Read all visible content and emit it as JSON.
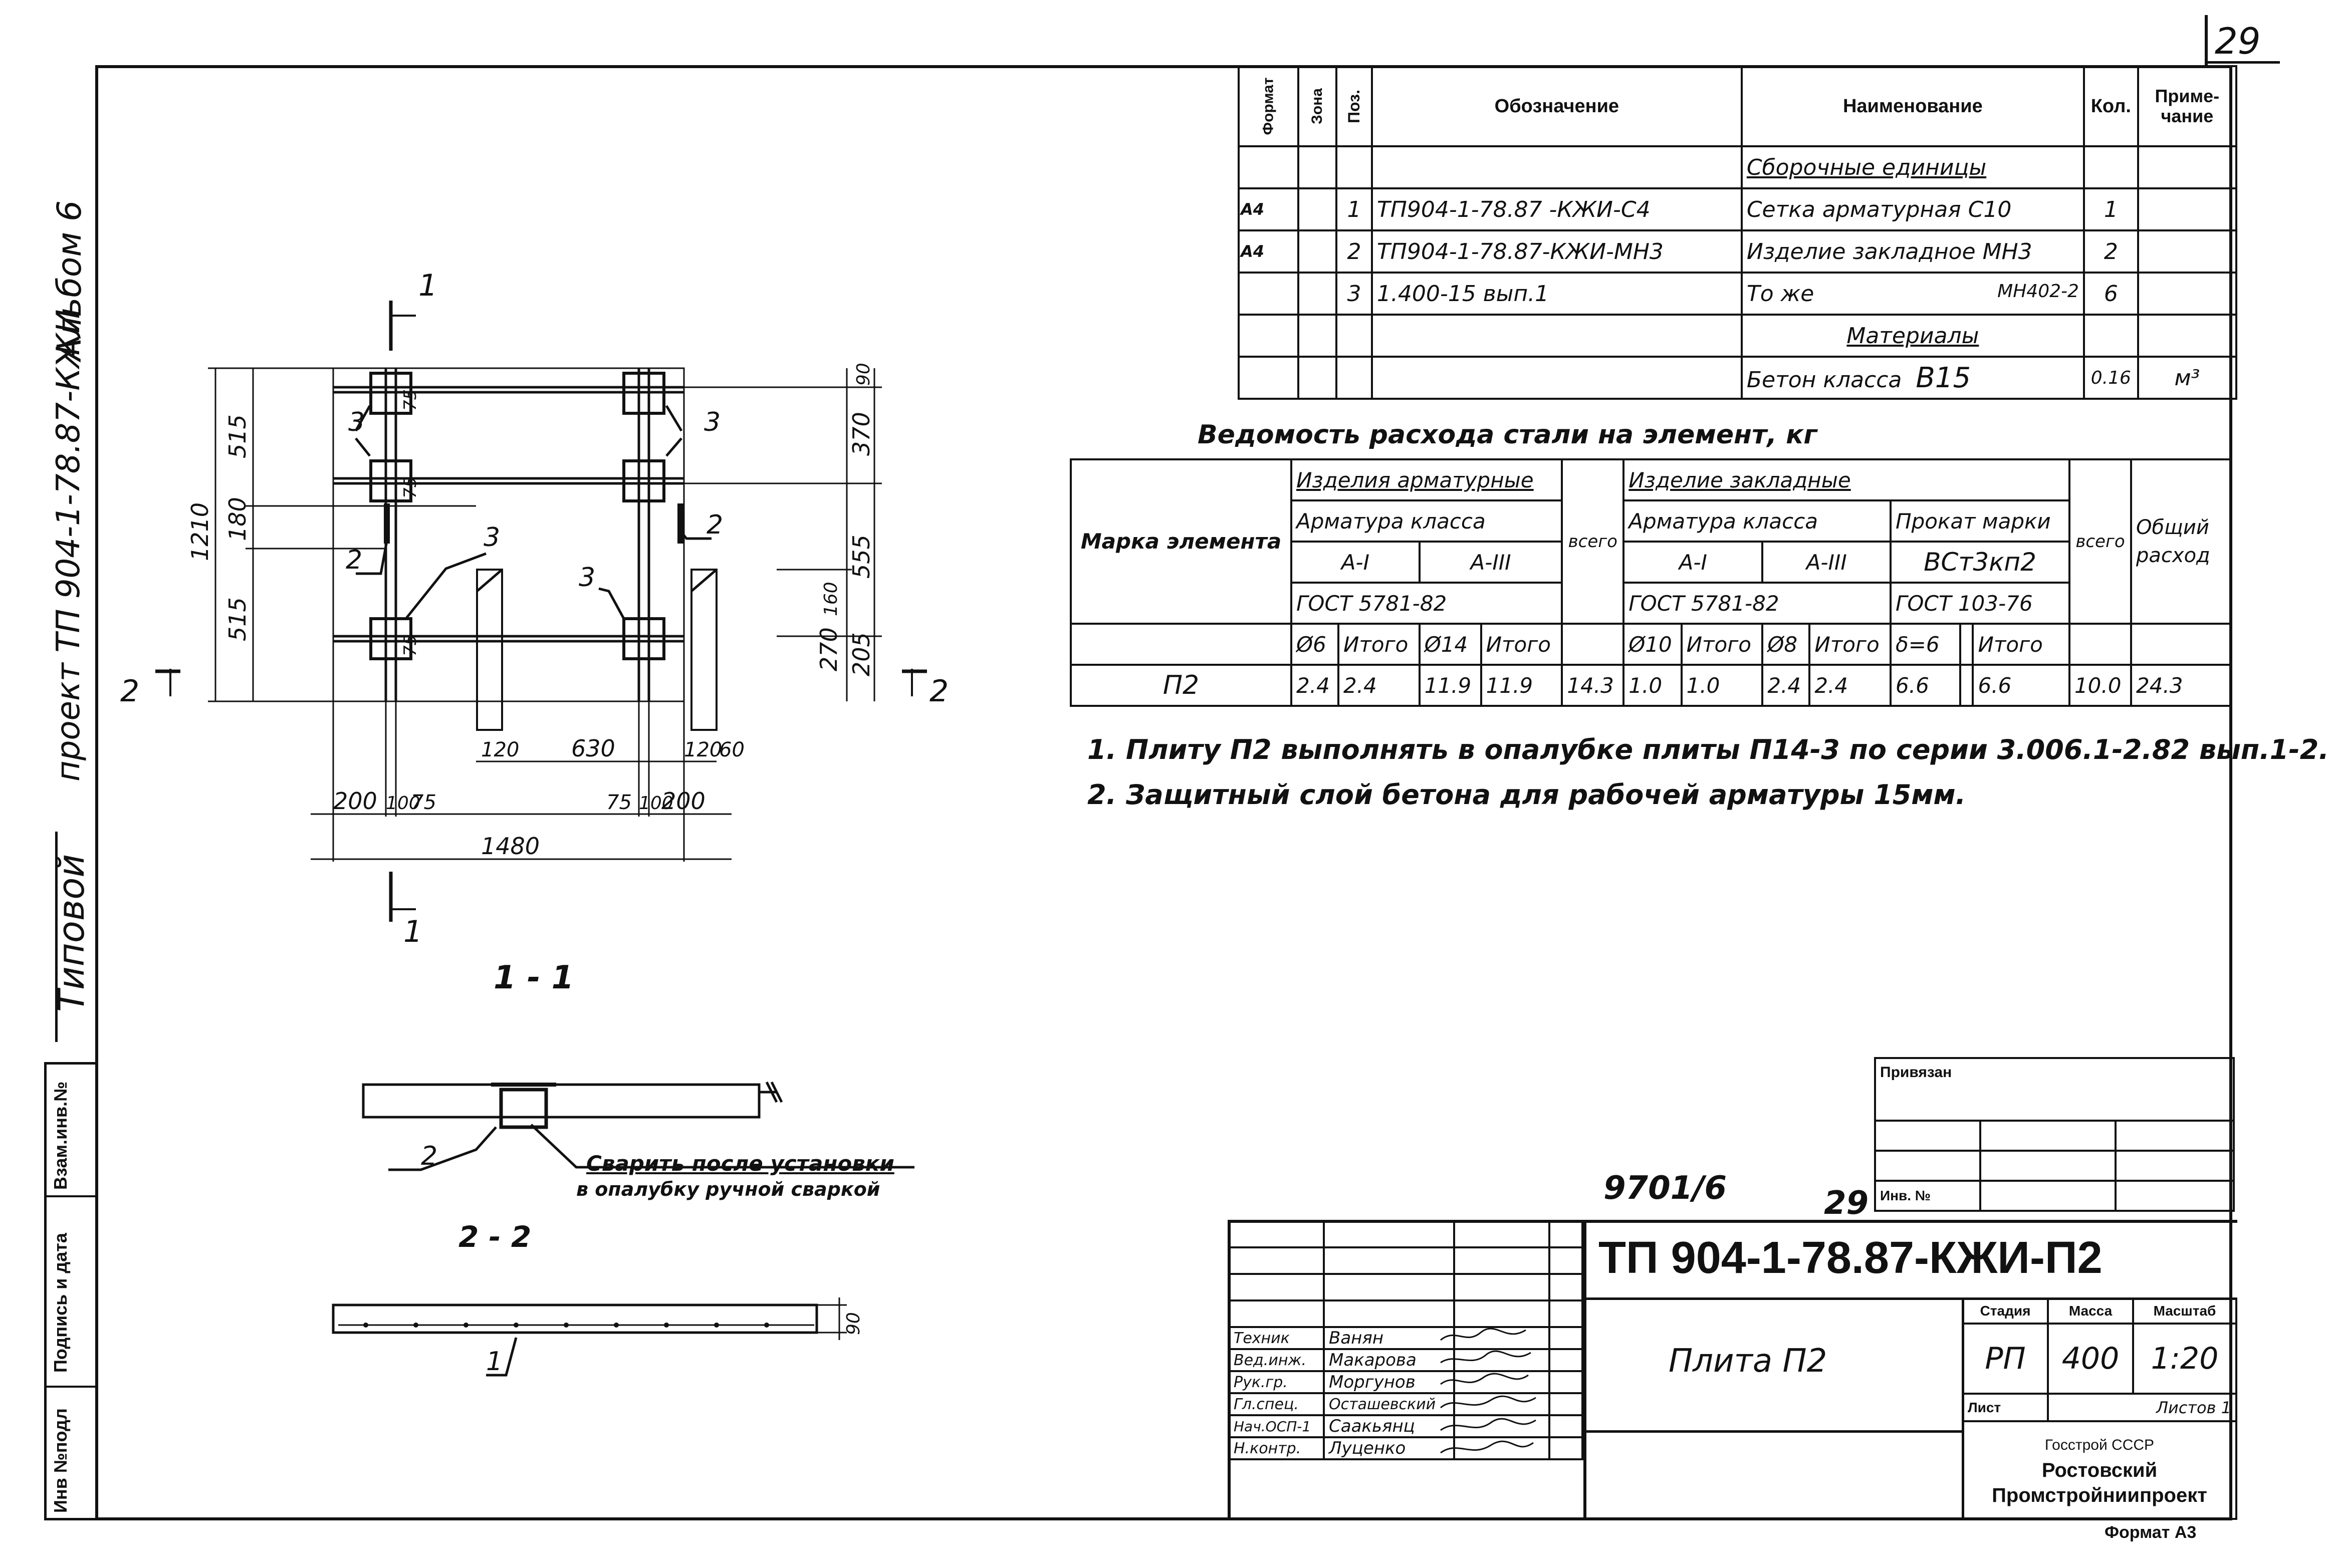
{
  "sheet_number": "29",
  "album_label": "Альбом 6",
  "project_label": "проект ТП 904-1-78.87-КЖИ",
  "typical_label": "Типовой",
  "left_strip": {
    "vzam": "Взам.инв.№",
    "podpis": "Подпись и дата",
    "inv_podl": "Инв №подл"
  },
  "spec": {
    "headers": {
      "format": "Формат",
      "zona": "Зона",
      "poz": "Поз.",
      "oboznachenie": "Обозначение",
      "naimenovanie": "Наименование",
      "kol": "Кол.",
      "primechanie": "Приме-чание"
    },
    "section_assembly": "Сборочные единицы",
    "rows": [
      {
        "format": "А4",
        "poz": "1",
        "oboz": "ТП904-1-78.87 -КЖИ-С4",
        "name": "Сетка арматурная С10",
        "kol": "1",
        "prim": ""
      },
      {
        "format": "А4",
        "poz": "2",
        "oboz": "ТП904-1-78.87-КЖИ-МН3",
        "name": "Изделие закладное МН3",
        "kol": "2",
        "prim": ""
      },
      {
        "format": "",
        "poz": "3",
        "oboz": "1.400-15 вып.1",
        "name": "То же",
        "name_right": "МН402-2",
        "kol": "6",
        "prim": ""
      }
    ],
    "section_materials": "Материалы",
    "material": {
      "name": "Бетон класса",
      "grade": "В15",
      "kol": "0.16",
      "prim": "м³"
    }
  },
  "steel_title": "Ведомость расхода стали на элемент, кг",
  "steel": {
    "mark_header": "Марка элемента",
    "izd_arm": "Изделия арматурные",
    "izd_zakl": "Изделие закладные",
    "arm_class": "Арматура класса",
    "arm_class2": "Арматура класса",
    "prokat": "Прокат марки",
    "a1": "А-I",
    "a3": "А-III",
    "a1b": "А-I",
    "a3b": "А-III",
    "vst": "ВСт3кп2",
    "gost1": "ГОСТ 5781-82",
    "gost2": "ГОСТ 5781-82",
    "gost3": "ГОСТ 103-76",
    "vsego": "всего",
    "vsego2": "всего",
    "total": "Общий расход",
    "sub": [
      "Ø6",
      "Итого",
      "Ø14",
      "Итого",
      "Ø10",
      "Итого",
      "Ø8",
      "Итого",
      "δ=6",
      "",
      "Итого"
    ],
    "row": {
      "mark": "П2",
      "v1": "2.4",
      "v2": "2.4",
      "v3": "11.9",
      "v4": "11.9",
      "v5": "14.3",
      "v6": "1.0",
      "v7": "1.0",
      "v8": "2.4",
      "v9": "2.4",
      "v10": "6.6",
      "v11": "",
      "v12": "6.6",
      "v13": "10.0",
      "v14": "24.3"
    }
  },
  "notes": [
    "1. Плиту П2 выполнять в опалубке плиты П14-3 по серии 3.006.1-2.82 вып.1-2.",
    "2. Защитный слой бетона для рабочей арматуры 15мм."
  ],
  "drawing": {
    "dims": {
      "d515a": "515",
      "d180": "180",
      "d515b": "515",
      "d1210": "1210",
      "d370": "370",
      "d90": "90",
      "d555": "555",
      "d160": "160",
      "d270": "270",
      "d205": "205",
      "d75a": "75",
      "d75b": "75",
      "d75c": "75",
      "d120a": "120",
      "d630": "630",
      "d120b": "120",
      "d60": "60",
      "d200a": "200",
      "d100a": "100",
      "d75d": "75",
      "d75e": "75",
      "d100b": "100",
      "d200b": "200",
      "d1480": "1480",
      "d90s": "90"
    },
    "callouts": {
      "p3a": "3",
      "p3b": "3",
      "p3c": "3",
      "p3d": "3",
      "p2a": "2",
      "p2b": "2",
      "p2c": "2",
      "p1": "1"
    },
    "section_marks": {
      "s1top": "1",
      "s1bot": "1",
      "s2left": "2",
      "s2right": "2"
    },
    "section_title_1": "1 - 1",
    "section_title_2": "2 - 2",
    "weld_note_1": "Сварить после установки",
    "weld_note_2": "в опалубку ручной сваркой"
  },
  "archive_number": "9701/6",
  "archive_page": "29",
  "privyazan": {
    "label": "Привязан",
    "inv": "Инв. №"
  },
  "stamp": {
    "code": "ТП 904-1-78.87-КЖИ-П2",
    "title": "Плита П2",
    "stadiya_h": "Стадия",
    "massa_h": "Масса",
    "masshtab_h": "Масштаб",
    "stadiya": "РП",
    "massa": "400",
    "masshtab": "1:20",
    "list": "Лист",
    "listov": "Листов 1",
    "org1": "Госстрой СССР",
    "org2": "Ростовский",
    "org3": "Промстройниипроект",
    "format": "Формат А3",
    "people": [
      {
        "role": "Техник",
        "name": "Ванян"
      },
      {
        "role": "Вед.инж.",
        "name": "Макарова"
      },
      {
        "role": "Рук.гр.",
        "name": "Моргунов"
      },
      {
        "role": "Гл.спец.",
        "name": "Осташевский"
      },
      {
        "role": "Нач.ОСП-1",
        "name": "Саакьянц"
      },
      {
        "role": "Н.контр.",
        "name": "Луценко"
      }
    ]
  }
}
